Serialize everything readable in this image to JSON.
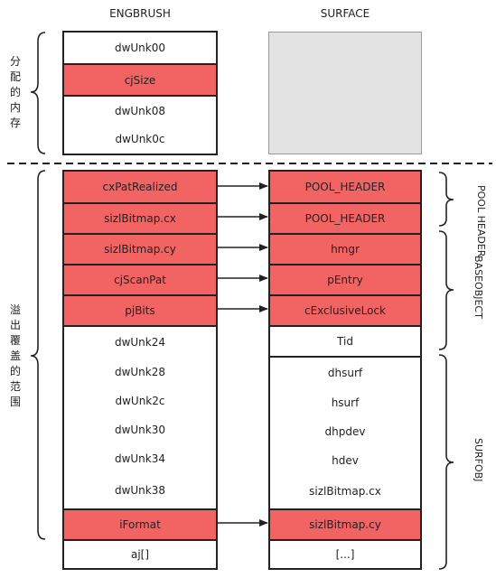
{
  "headers": {
    "left": "ENGBRUSH",
    "right": "SURFACE"
  },
  "side_labels": {
    "allocated": "分配的内存",
    "overflow": "溢出覆盖的范围",
    "pool": "POOL HEADER",
    "baseobject": "BASEOBJECT",
    "surfobj": "SURFOBJ"
  },
  "engbrush_top": [
    "dwUnk00",
    "cjSize",
    "dwUnk08",
    "dwUnk0c"
  ],
  "engbrush_bottom": [
    "cxPatRealized",
    "sizlBitmap.cx",
    "sizlBitmap.cy",
    "cjScanPat",
    "pjBits",
    "dwUnk24",
    "dwUnk28",
    "dwUnk2c",
    "dwUnk30",
    "dwUnk34",
    "dwUnk38",
    "iFormat",
    "aj[]"
  ],
  "surface_bottom": [
    "POOL_HEADER",
    "POOL_HEADER",
    "hmgr",
    "pEntry",
    "cExclusiveLock",
    "Tid",
    "dhsurf",
    "hsurf",
    "dhpdev",
    "hdev",
    "sizlBitmap.cx",
    "sizlBitmap.cy",
    "[...]"
  ],
  "colors": {
    "highlight": "#f26363",
    "surface_fill": "#e3e3e3",
    "line": "#222222"
  }
}
